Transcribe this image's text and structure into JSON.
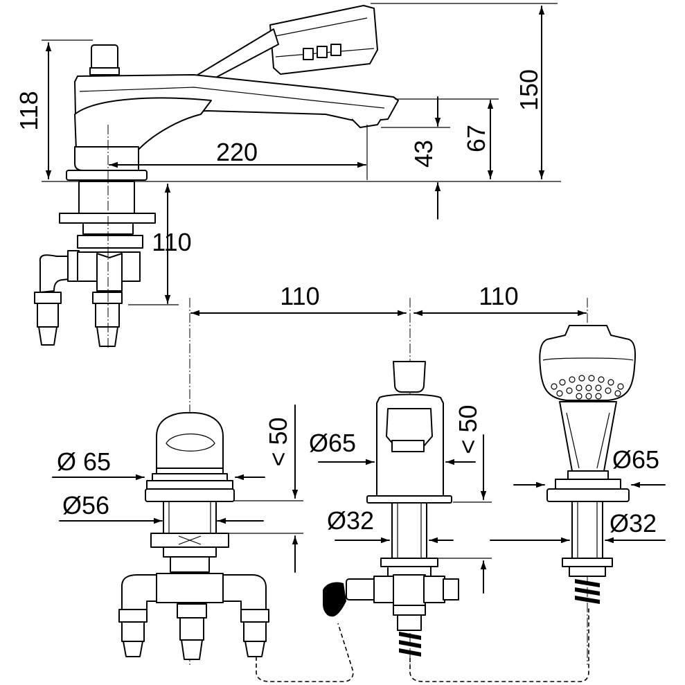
{
  "dimensions": {
    "height_total": "150",
    "height_body": "118",
    "spout_reach": "220",
    "spout_height": "43",
    "outlet_height": "67",
    "under_deck": "110",
    "spacing_left": "110",
    "spacing_right": "110",
    "diverter_height": "< 50",
    "diverter_rose": "Ø 65",
    "diverter_shank": "Ø56",
    "mixer_height": "< 50",
    "mixer_rose": "Ø65",
    "mixer_shank": "Ø32",
    "shower_rose": "Ø65",
    "shower_shank": "Ø32"
  },
  "colors": {
    "line": "#000000",
    "background": "#ffffff"
  }
}
